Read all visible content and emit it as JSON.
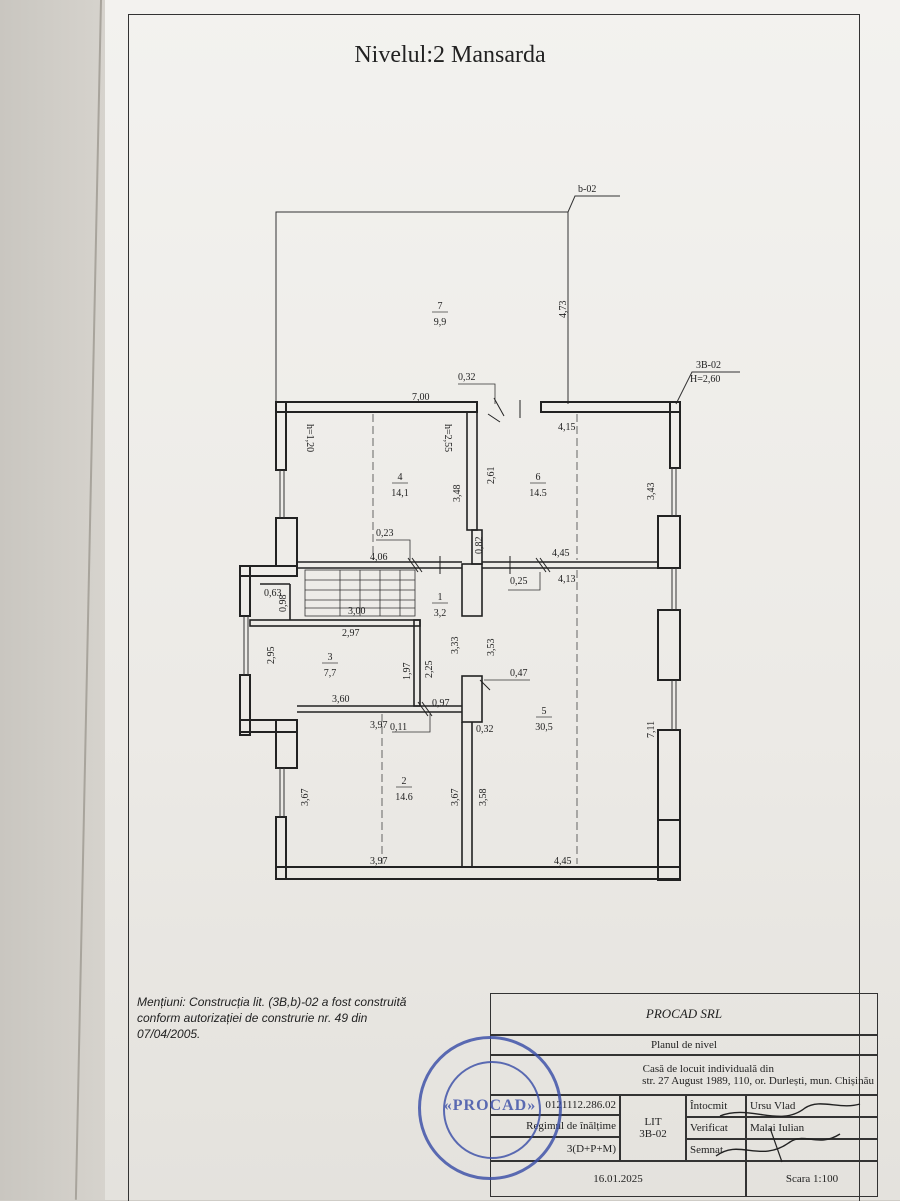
{
  "document": {
    "title": "Nivelul:2 Mansarda"
  },
  "plan": {
    "tags": {
      "b02": "b-02",
      "b3_02": "3B-02",
      "height": "H=2,60"
    },
    "rooms": [
      {
        "num": "7",
        "area": "9,9"
      },
      {
        "num": "4",
        "area": "14,1"
      },
      {
        "num": "6",
        "area": "14.5"
      },
      {
        "num": "1",
        "area": "3,2"
      },
      {
        "num": "3",
        "area": "7,7"
      },
      {
        "num": "5",
        "area": "30,5"
      },
      {
        "num": "2",
        "area": "14.6"
      }
    ],
    "dims": {
      "d473": "4,73",
      "d032a": "0,32",
      "d700": "7,00",
      "d415a": "4,15",
      "h120": "h=1,20",
      "h255": "h=2,55",
      "d348": "3,48",
      "d261": "2,61",
      "d343": "3,43",
      "d023": "0,23",
      "d082": "0,82",
      "d406": "4,06",
      "d445a": "4,45",
      "d025": "0,25",
      "d413": "4,13",
      "d063": "0,63",
      "d098": "0,98",
      "d300": "3,00",
      "d297": "2,97",
      "d295": "2,95",
      "d197": "1,97",
      "d225": "2,25",
      "d333": "3,33",
      "d353": "3,53",
      "d047": "0,47",
      "d360": "3,60",
      "d097": "0,97",
      "d397a": "3,97",
      "d011": "0,11",
      "d032b": "0,32",
      "d711": "7,11",
      "d367a": "3,67",
      "d367b": "3,67",
      "d358": "3,58",
      "d397b": "3,97",
      "d445b": "4,45"
    }
  },
  "notes": {
    "line1": "Mențiuni: Construcția lit. (3B,b)-02 a fost construită",
    "line2": "conform autorizației de construrie nr. 49 din",
    "line3": "07/04/2005."
  },
  "titleblock": {
    "company": "PROCAD SRL",
    "plan_name": "Planul de nivel",
    "object_line1": "Casă de locuit individuală din",
    "object_line2": "str. 27 August 1989, 110,  or. Durlești,  mun. Chișinău",
    "cadastral": "0121112.286.02",
    "regime": "Regimul de înălțime",
    "regime_value": "3(D+P+M)",
    "lit_label": "LIT",
    "lit_value": "3B-02",
    "roles": [
      "Întocmit",
      "Verificat",
      "Semnat"
    ],
    "names": [
      "Ursu Vlad",
      "Malai Iulian",
      ""
    ],
    "date": "16.01.2025",
    "scale": "Scara 1:100"
  },
  "stamp": {
    "text": "«PROCAD»"
  }
}
